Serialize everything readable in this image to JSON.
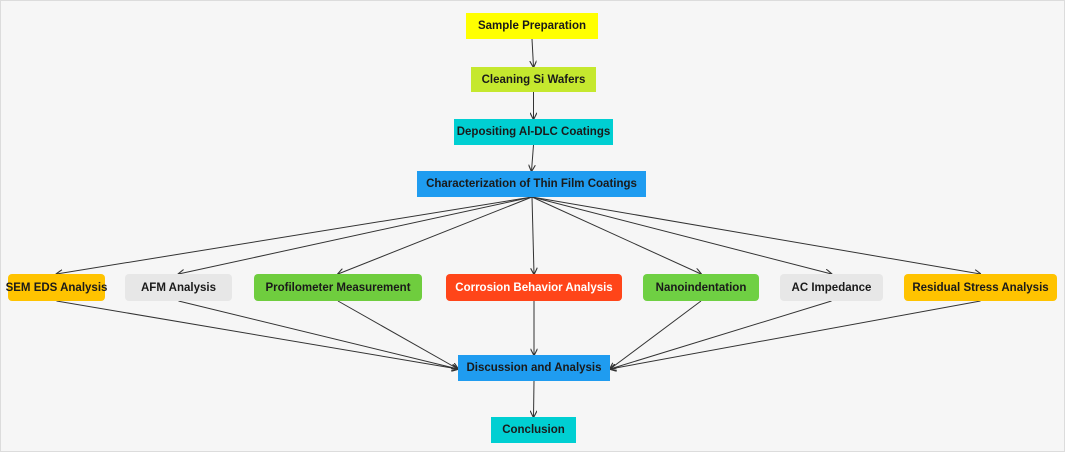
{
  "nodes": {
    "sample_preparation": "Sample Preparation",
    "cleaning_si_wafers": "Cleaning Si Wafers",
    "depositing_coatings": "Depositing Al-DLC Coatings",
    "characterization": "Characterization of Thin Film Coatings",
    "sem_eds": "SEM EDS Analysis",
    "afm": "AFM Analysis",
    "profilometer": "Profilometer Measurement",
    "corrosion": "Corrosion Behavior Analysis",
    "nanoindentation": "Nanoindentation",
    "ac_impedance": "AC Impedance",
    "residual_stress": "Residual Stress Analysis",
    "discussion": "Discussion and Analysis",
    "conclusion": "Conclusion"
  },
  "colors": {
    "sample_preparation": "#ffff00",
    "cleaning_si_wafers": "#c5e82e",
    "depositing_coatings": "#00cfd2",
    "characterization": "#1f9cf0",
    "sem_eds": "#ffc300",
    "afm": "#e7e7e7",
    "profilometer": "#6fcd3e",
    "corrosion": "#ff4519",
    "nanoindentation": "#6fd043",
    "ac_impedance": "#e7e7e7",
    "residual_stress": "#ffc300",
    "discussion": "#1f9cf0",
    "conclusion": "#00cfd2",
    "connector": "#333333"
  },
  "edges": [
    [
      "sample_preparation",
      "cleaning_si_wafers"
    ],
    [
      "cleaning_si_wafers",
      "depositing_coatings"
    ],
    [
      "depositing_coatings",
      "characterization"
    ],
    [
      "characterization",
      "sem_eds"
    ],
    [
      "characterization",
      "afm"
    ],
    [
      "characterization",
      "profilometer"
    ],
    [
      "characterization",
      "corrosion"
    ],
    [
      "characterization",
      "nanoindentation"
    ],
    [
      "characterization",
      "ac_impedance"
    ],
    [
      "characterization",
      "residual_stress"
    ],
    [
      "sem_eds",
      "discussion"
    ],
    [
      "afm",
      "discussion"
    ],
    [
      "profilometer",
      "discussion"
    ],
    [
      "corrosion",
      "discussion"
    ],
    [
      "nanoindentation",
      "discussion"
    ],
    [
      "ac_impedance",
      "discussion"
    ],
    [
      "residual_stress",
      "discussion"
    ],
    [
      "discussion",
      "conclusion"
    ]
  ]
}
